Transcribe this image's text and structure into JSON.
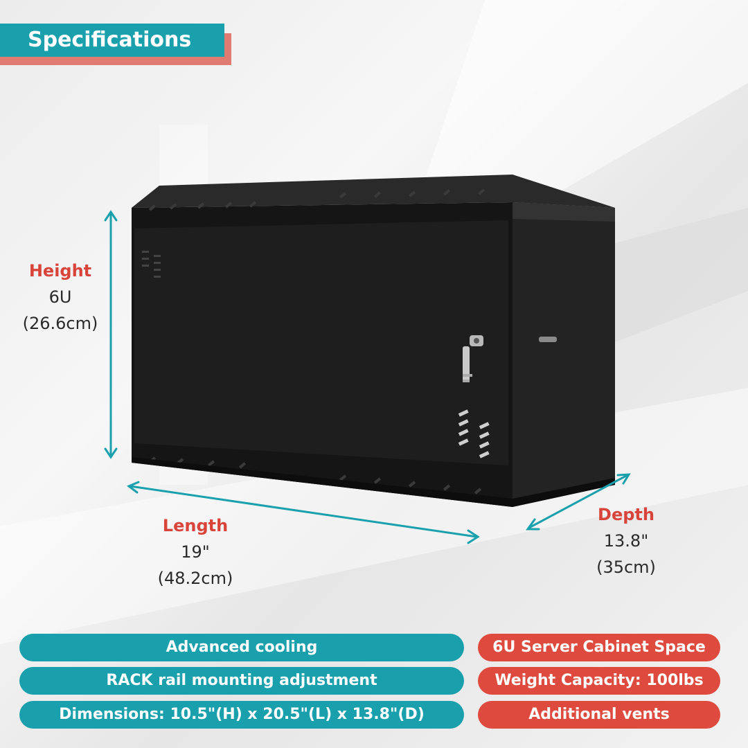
{
  "header": {
    "title": "Specifications"
  },
  "dimensions": {
    "height": {
      "label": "Height",
      "value": "6U",
      "metric": "(26.6cm)"
    },
    "length": {
      "label": "Length",
      "value": "19\"",
      "metric": "(48.2cm)"
    },
    "depth": {
      "label": "Depth",
      "value": "13.8\"",
      "metric": "(35cm)"
    }
  },
  "features_left": [
    "Advanced cooling",
    "RACK rail mounting adjustment",
    "Dimensions: 10.5\"(H) x 20.5\"(L) x 13.8\"(D)"
  ],
  "features_right": [
    "6U Server Cabinet Space",
    "Weight Capacity: 100lbs",
    "Additional vents"
  ],
  "colors": {
    "teal": "#1aa0ac",
    "red": "#de4a3d",
    "salmon": "#e07b72",
    "cabinet": "#1c1c1c"
  }
}
